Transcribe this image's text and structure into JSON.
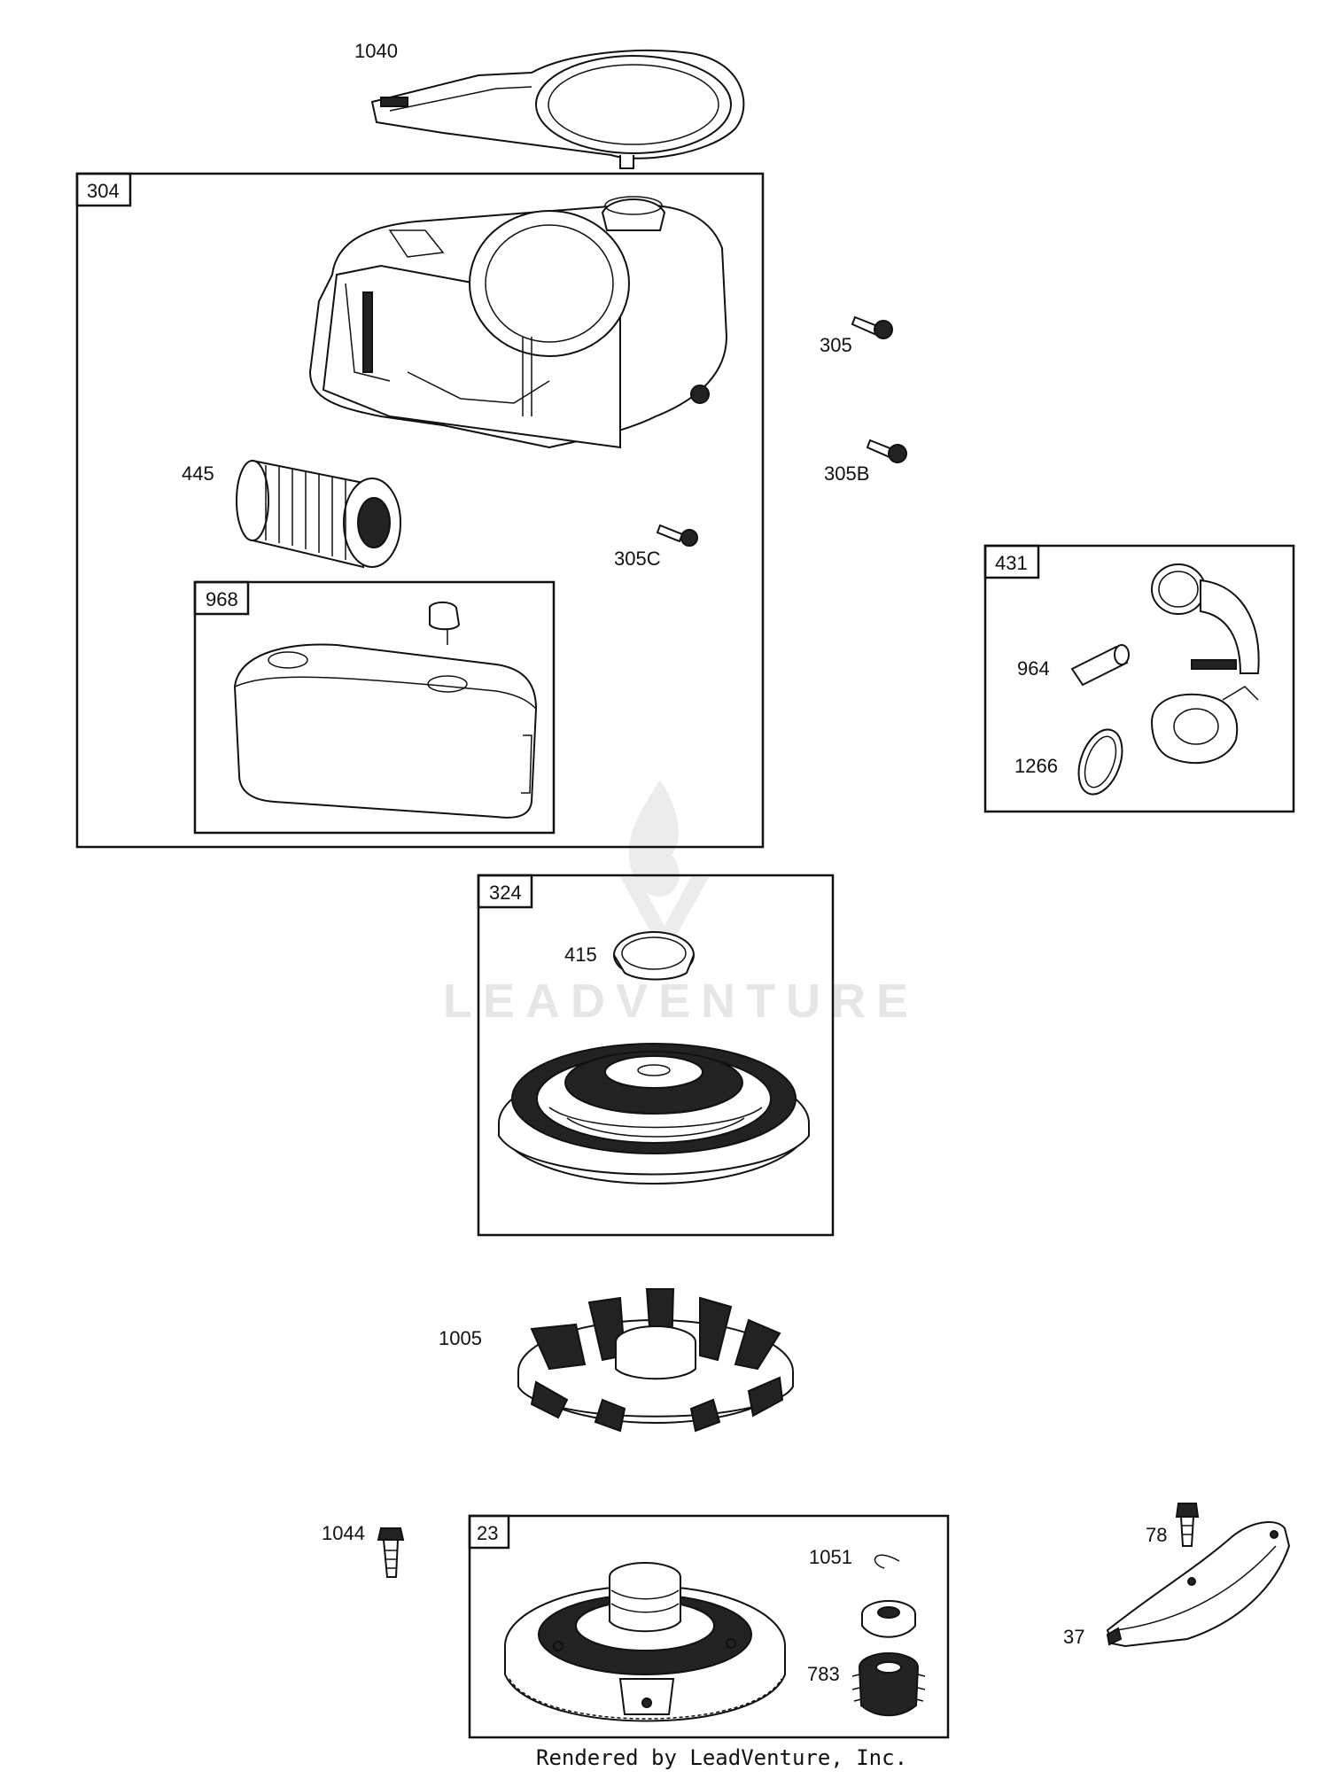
{
  "callouts": {
    "p1040": "1040",
    "p304": "304",
    "p305": "305",
    "p305B": "305B",
    "p445": "445",
    "p305C": "305C",
    "p968": "968",
    "p431": "431",
    "p964": "964",
    "p1266": "1266",
    "p324": "324",
    "p415": "415",
    "p1005": "1005",
    "p1044": "1044",
    "p23": "23",
    "p1051": "1051",
    "p783": "783",
    "p78": "78",
    "p37": "37"
  },
  "watermark": "LEADVENTURE",
  "footer": "Rendered by LeadVenture, Inc."
}
